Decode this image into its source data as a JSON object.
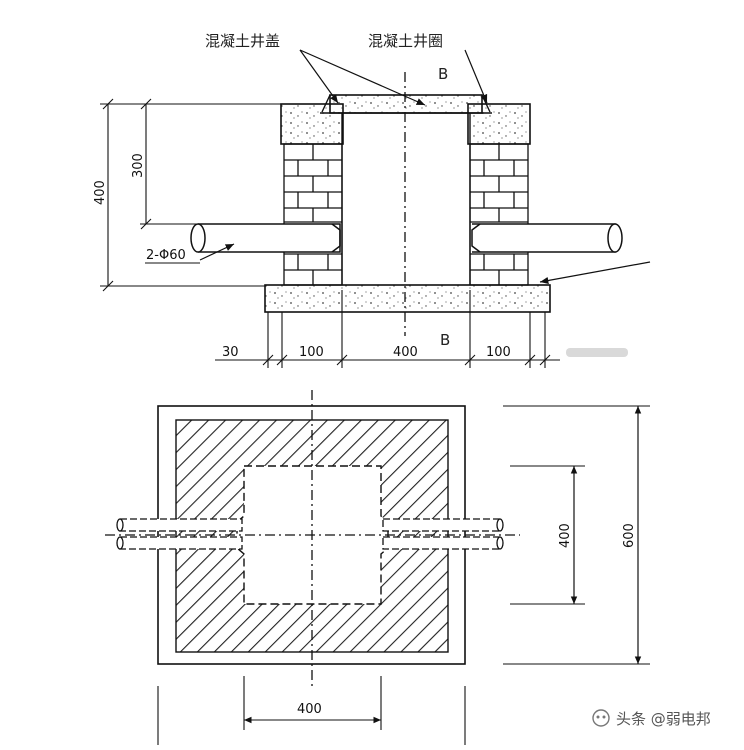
{
  "labels": {
    "cover": "混凝土井盖",
    "ring": "混凝土井圈",
    "section_mark_top": "B",
    "section_mark_bottom": "B",
    "pipe": "2-Φ60"
  },
  "section_dims": {
    "height_total": "400",
    "height_upper": "300",
    "base_offset": "30",
    "wall_left": "100",
    "inner_width": "400",
    "wall_right": "100"
  },
  "plan_dims": {
    "outer_height": "600",
    "inner_height": "400",
    "inner_width": "400"
  },
  "watermark": {
    "text": "头条 @弱电邦",
    "icon": "toutiao-logo-icon"
  }
}
